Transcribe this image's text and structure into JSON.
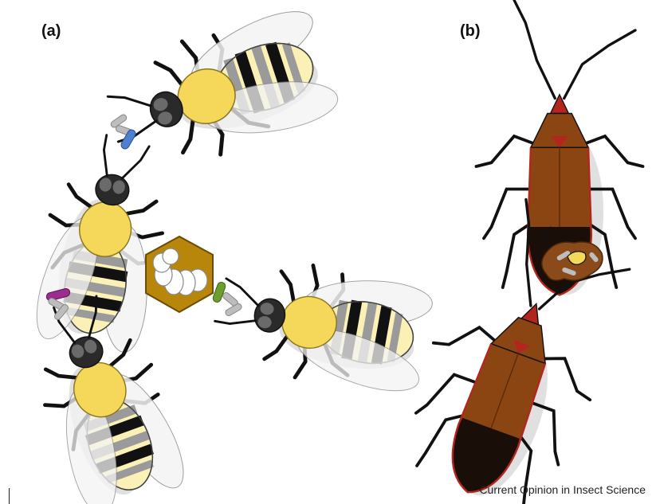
{
  "figure": {
    "panel_a_label": "(a)",
    "panel_b_label": "(b)",
    "credit": "Current Opinion in Insect Science"
  },
  "colors": {
    "bee_thorax": "#f5d85a",
    "bee_stripe_light": "#fbf1b6",
    "bee_stripe_dark": "#111111",
    "bee_stripe_gray": "#9a9a9a",
    "bug_body": "#8b4513",
    "bug_dark": "#1a0e08",
    "bug_red": "#b3261e",
    "cell_gold": "#b8860b",
    "bacteria_blue": "#4f7fd0",
    "bacteria_purple": "#9b2d8f",
    "bacteria_green": "#6b9e2f",
    "bacteria_gray": "#bdbdbd"
  },
  "icons": [
    "bee-icon",
    "larva-cell-icon",
    "bacteria-icon",
    "bug-icon",
    "feces-droplet-icon"
  ]
}
